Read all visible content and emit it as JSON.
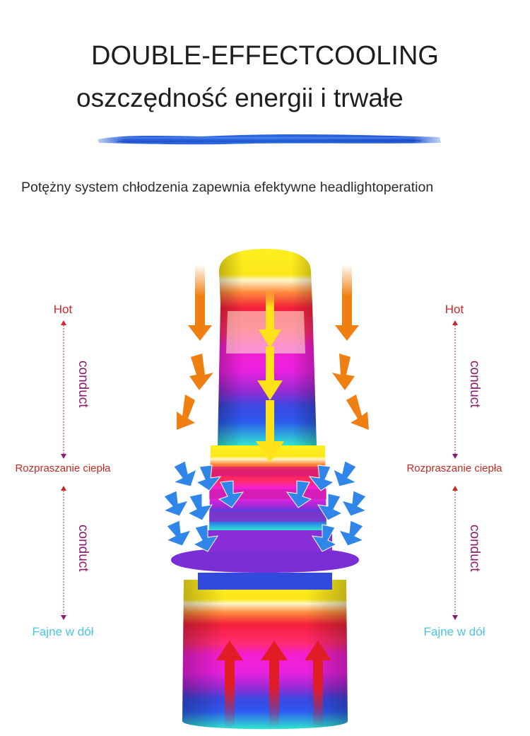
{
  "heading": {
    "line1": "DOUBLE-EFFECTCOOLING",
    "line2": "oszczędność energii i trwałe"
  },
  "subtitle": "Potężny system chłodzenia zapewnia efektywne headlightoperation",
  "diagram": {
    "left": {
      "hot": "Hot",
      "conduct_top": "conduct",
      "dissipation": "Rozpraszanie ciepła",
      "conduct_bottom": "conduct",
      "cool": "Fajne w dół"
    },
    "right": {
      "hot": "Hot",
      "conduct_top": "conduct",
      "dissipation": "Rozpraszanie ciepła",
      "conduct_bottom": "conduct",
      "cool": "Fajne w dół"
    }
  },
  "colors": {
    "hot_label": "#d8232a",
    "conduct_label": "#8a1b6f",
    "cool_label": "#4cc5e6",
    "heat_arrows": "#f07f12",
    "inner_arrows": "#ffe21a",
    "cool_arrows": "#2f86e8",
    "base_arrows": "#e01d24"
  },
  "icons": [
    "heat-flow-arrow",
    "airflow-arrow",
    "double-ended-arrow"
  ]
}
